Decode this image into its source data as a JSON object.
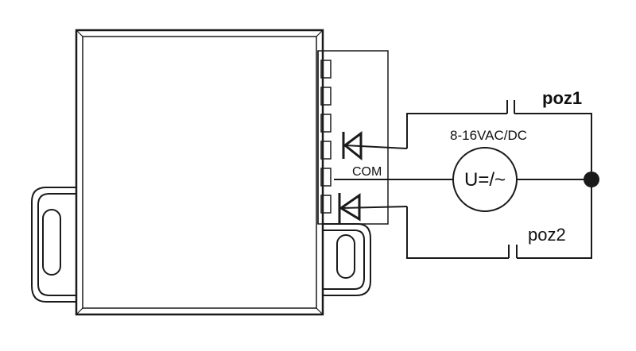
{
  "labels": {
    "poz1": "poz1",
    "poz2": "poz2",
    "supply": "8-16VAC/DC",
    "source": "U=/~",
    "com": "COM"
  },
  "colors": {
    "line": "#1a1a1a",
    "background": "#ffffff"
  }
}
